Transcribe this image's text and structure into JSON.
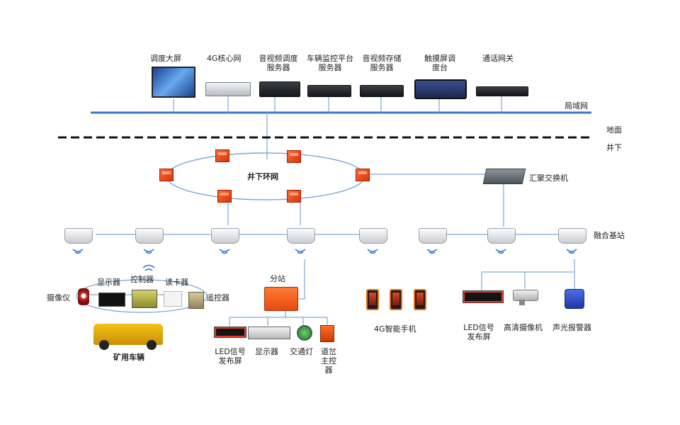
{
  "top_devices": [
    {
      "label": "调度大屏"
    },
    {
      "label": "4G核心网"
    },
    {
      "label": "音视频调度服务器"
    },
    {
      "label": "车辆监控平台服务器"
    },
    {
      "label": "音视频存储服务器"
    },
    {
      "label": "触摸屏调度台"
    },
    {
      "label": "通话网关"
    }
  ],
  "lan_label": "局域网",
  "ground_label": "地面",
  "underground_label": "井下",
  "ring_label": "井下环网",
  "aggregation_switch_label": "汇聚交换机",
  "base_station_label": "融合基站",
  "vehicle": {
    "camera": "摄像仪",
    "display": "显示器",
    "controller": "控制器",
    "card_reader": "读卡器",
    "remote": "遥控器",
    "title": "矿用车辆"
  },
  "substation": {
    "title": "分站",
    "led": "LED信号发布屏",
    "display": "显示器",
    "traffic_light": "交通灯",
    "switch_controller": "道岔主控器"
  },
  "phones_label": "4G智能手机",
  "right_devices": {
    "led": "LED信号发布屏",
    "hd_camera": "高清摄像机",
    "alarm": "声光报警器"
  },
  "colors": {
    "lan": "#3a78c2",
    "line": "#7fa7d4",
    "node": "#f05a23",
    "text": "#222222"
  }
}
